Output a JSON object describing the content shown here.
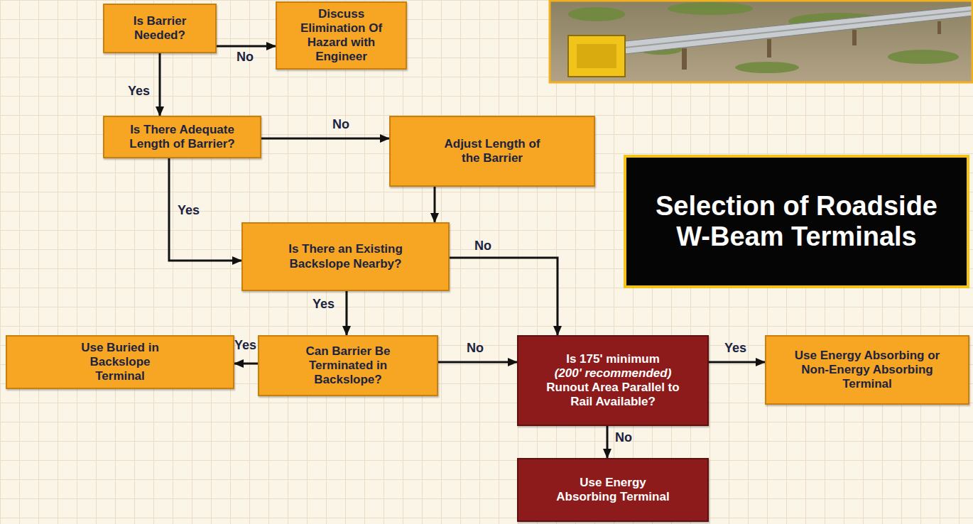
{
  "diagram": {
    "title": "Selection of Roadside W-Beam Terminals",
    "nodes": [
      {
        "text": [
          "Is Barrier Needed?"
        ]
      },
      {
        "text": [
          "Discuss Elimination Of Hazard with Engineer"
        ]
      },
      {
        "text": [
          "Is There Adequate Length of Barrier?"
        ]
      },
      {
        "text": [
          "Adjust Length of the Barrier"
        ]
      },
      {
        "text": [
          "Is There an Existing Backslope Nearby?"
        ]
      },
      {
        "text": [
          "Use Buried in Backslope Terminal"
        ]
      },
      {
        "text": [
          "Can Barrier Be Terminated in Backslope?"
        ]
      },
      {
        "text": [
          "Is 175' minimum",
          "(200' recommended)",
          "Runout Area Parallel to Rail Available?"
        ]
      },
      {
        "text": [
          "Use Energy Absorbing or Non-Energy Absorbing Terminal"
        ]
      },
      {
        "text": [
          "Use Energy Absorbing Terminal"
        ]
      }
    ],
    "edges": [
      {
        "from": 0,
        "to": 1,
        "label": "No",
        "arrow": "to"
      },
      {
        "from": 0,
        "to": 2,
        "label": "Yes",
        "arrow": "to"
      },
      {
        "from": 2,
        "to": 3,
        "label": "No",
        "arrow": "to"
      },
      {
        "from": 2,
        "to": 4,
        "label": "Yes",
        "arrow": "to"
      },
      {
        "from": 3,
        "to": 4,
        "arrow": "to"
      },
      {
        "from": 4,
        "to": 7,
        "label": "No",
        "arrow": "to"
      },
      {
        "from": 4,
        "to": 6,
        "label": "Yes",
        "arrow": "to"
      },
      {
        "from": 6,
        "to": 5,
        "label": "Yes",
        "arrow": "to"
      },
      {
        "from": 6,
        "to": 7,
        "label": "No",
        "arrow": "to"
      },
      {
        "from": 7,
        "to": 8,
        "label": "Yes",
        "arrow": "to"
      },
      {
        "from": 7,
        "to": 9,
        "label": "No",
        "arrow": "to"
      }
    ]
  }
}
